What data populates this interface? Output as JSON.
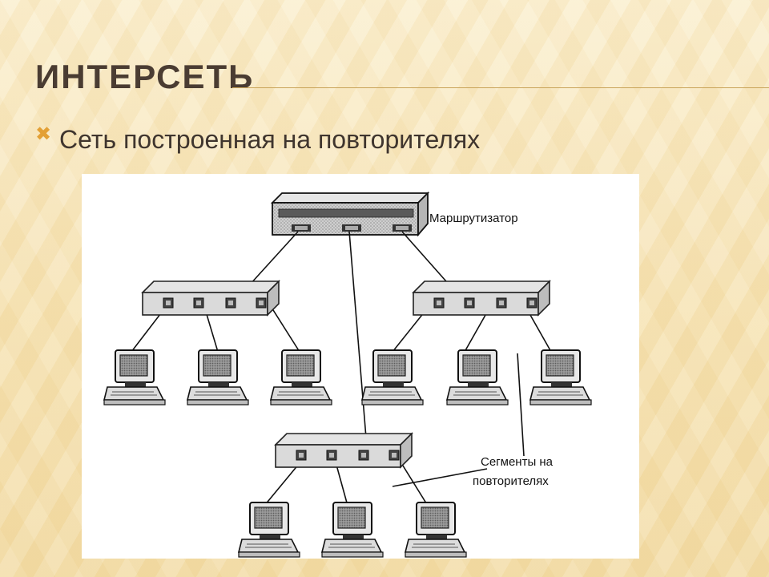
{
  "slide": {
    "title": "ИНТЕРСЕТЬ",
    "bullets": [
      {
        "icon": "x-mark-icon",
        "text": "Сеть построенная на повторителях"
      }
    ]
  },
  "diagram": {
    "router_label": "Маршрутизатор",
    "segments_label_line1": "Сегменты на",
    "segments_label_line2": "повторителях"
  },
  "colors": {
    "accent": "#e3a035",
    "title": "#4a3c32",
    "rule": "#c9a45a"
  }
}
